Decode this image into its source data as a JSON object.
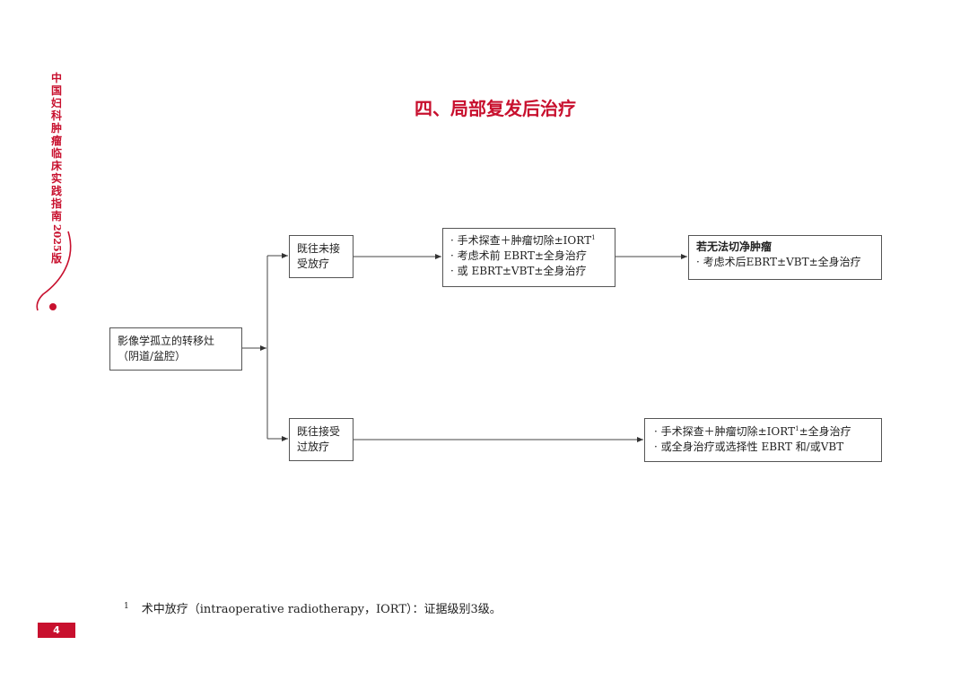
{
  "side_title": {
    "chars": [
      "中",
      "国",
      "妇",
      "科",
      "肿",
      "瘤",
      "临",
      "床",
      "实",
      "践",
      "指",
      "南"
    ],
    "year": "2025",
    "edition": "版"
  },
  "page_title": "四、局部复发后治疗",
  "diagram": {
    "source": {
      "line1": "影像学孤立的转移灶",
      "line2": "（阴道/盆腔）"
    },
    "branch_untreated": {
      "line1": "既往未接",
      "line2": "受放疗"
    },
    "branch_treated": {
      "line1": "既往接受",
      "line2": "过放疗"
    },
    "options_untreated": {
      "item1": "· 手术探查＋肿瘤切除±IORT",
      "item1_sup": "1",
      "item2": "· 考虑术前 EBRT±全身治疗",
      "item3": "· 或 EBRT±VBT±全身治疗"
    },
    "fallback": {
      "heading": "若无法切净肿瘤",
      "item1": "· 考虑术后EBRT±VBT±全身治疗"
    },
    "options_treated": {
      "item1_pre": "· 手术探查＋肿瘤切除±IORT",
      "item1_sup": "1",
      "item1_post": "±全身治疗",
      "item2": "· 或全身治疗或选择性 EBRT 和/或VBT"
    }
  },
  "footnote": {
    "mark": "1",
    "text": "术中放疗（intraoperative  radiotherapy，IORT）：证据级别3级。"
  },
  "page_number": "4",
  "colors": {
    "accent": "#c8102e",
    "line": "#555555"
  }
}
